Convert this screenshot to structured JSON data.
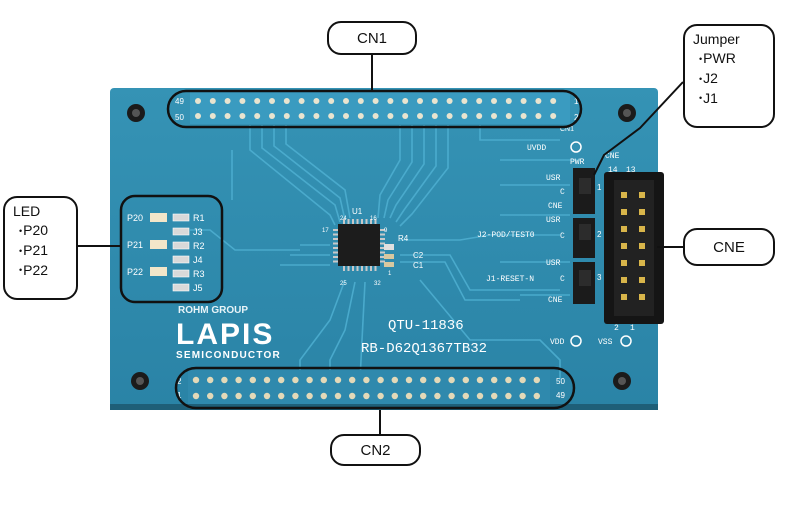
{
  "callouts": {
    "cn1": "CN1",
    "cn2": "CN2",
    "cne": "CNE",
    "jumper": {
      "title": "Jumper",
      "items": [
        "PWR",
        "J2",
        "J1"
      ]
    },
    "led": {
      "title": "LED",
      "items": [
        "P20",
        "P21",
        "P22"
      ]
    }
  },
  "board": {
    "brand": "LAPIS",
    "brand_group": "ROHM GROUP",
    "brand_sub": "SEMICONDUCTOR",
    "part_number": "QTU-11836",
    "board_number": "RB-D62Q1367TB32",
    "chip_label": "U1",
    "colors": {
      "board": "#2f8fb0",
      "board_dark": "#256f8c",
      "trace": "#4aa6c8",
      "silk": "#ffffff",
      "header": "#1a1a1a"
    },
    "header_top": {
      "label": "CN1",
      "pin_left_top": "49",
      "pin_left_bottom": "50",
      "pin_right_top": "1",
      "pin_right_bottom": "2"
    },
    "header_bottom": {
      "label": "CN2",
      "pin_left_top": "2",
      "pin_left_bottom": "1",
      "pin_right_top": "50",
      "pin_right_bottom": "49"
    },
    "header_cne": {
      "label": "CNE",
      "pin_top_left": "14",
      "pin_top_right": "13",
      "pin_bottom_left": "2",
      "pin_bottom_right": "1"
    },
    "led_labels": [
      "P20",
      "P21",
      "P22"
    ],
    "resistor_labels": [
      "R1",
      "J3",
      "R2",
      "J4",
      "R3",
      "J5"
    ],
    "chip_labels": {
      "r4": "R4",
      "c2": "C2",
      "c1": "C1",
      "pin17": "17",
      "pin16": "16",
      "pin24": "24",
      "pin9": "9",
      "pin25": "25",
      "pin32": "32",
      "pin1": "1"
    },
    "right_labels": {
      "uvdd": "UVDD",
      "pwr": "PWR",
      "usr1": "USR",
      "c1": "C",
      "cne1": "CNE",
      "usr2": "USR",
      "j2": "J2-POD/TEST0",
      "c2": "C",
      "usr3": "USR",
      "j1": "J1-RESET-N",
      "c3": "C",
      "cne2": "CNE",
      "vdd": "VDD",
      "vss": "VSS",
      "cne_top": "CNE"
    },
    "jumper_nums": [
      "1",
      "2",
      "3"
    ]
  }
}
